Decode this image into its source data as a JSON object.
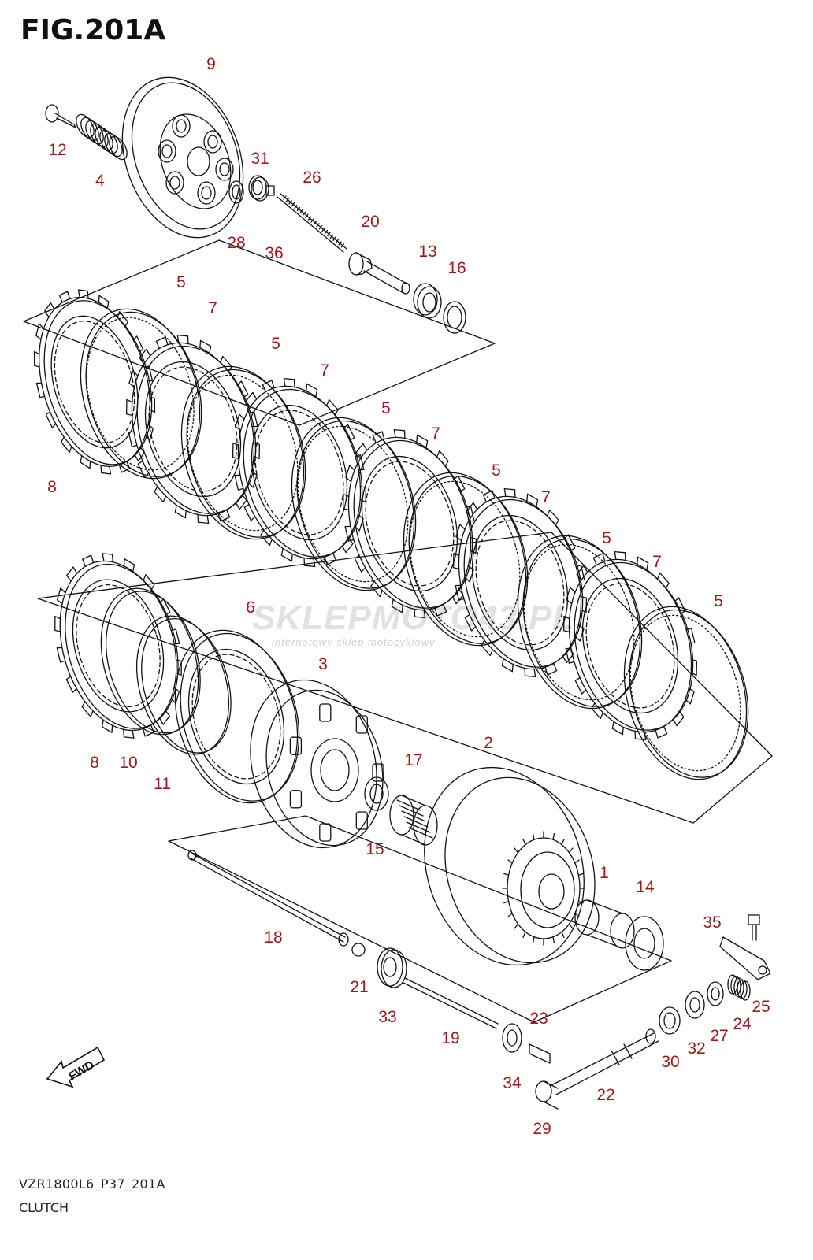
{
  "figure": {
    "title": "FIG.201A",
    "model_code": "VZR1800L6_P37_201A",
    "section_name": "CLUTCH",
    "watermark": "SKLEPMOTO43.PL",
    "watermark_sub": "internetowy sklep motocyklowy",
    "fwd_label": "FWD",
    "callout_color": "#a01818"
  },
  "callouts": [
    {
      "id": "c9",
      "text": "9"
    },
    {
      "id": "c12",
      "text": "12"
    },
    {
      "id": "c4",
      "text": "4"
    },
    {
      "id": "c31",
      "text": "31"
    },
    {
      "id": "c26",
      "text": "26"
    },
    {
      "id": "c20",
      "text": "20"
    },
    {
      "id": "c28",
      "text": "28"
    },
    {
      "id": "c36",
      "text": "36"
    },
    {
      "id": "c13",
      "text": "13"
    },
    {
      "id": "c16",
      "text": "16"
    },
    {
      "id": "c5a",
      "text": "5"
    },
    {
      "id": "c7a",
      "text": "7"
    },
    {
      "id": "c5b",
      "text": "5"
    },
    {
      "id": "c7b",
      "text": "7"
    },
    {
      "id": "c5c",
      "text": "5"
    },
    {
      "id": "c7c",
      "text": "7"
    },
    {
      "id": "c5d",
      "text": "5"
    },
    {
      "id": "c7d",
      "text": "7"
    },
    {
      "id": "c5e",
      "text": "5"
    },
    {
      "id": "c7e",
      "text": "7"
    },
    {
      "id": "c5f",
      "text": "5"
    },
    {
      "id": "c8a",
      "text": "8"
    },
    {
      "id": "c6",
      "text": "6"
    },
    {
      "id": "c3",
      "text": "3"
    },
    {
      "id": "c8b",
      "text": "8"
    },
    {
      "id": "c10",
      "text": "10"
    },
    {
      "id": "c11",
      "text": "11"
    },
    {
      "id": "c17",
      "text": "17"
    },
    {
      "id": "c2",
      "text": "2"
    },
    {
      "id": "c15",
      "text": "15"
    },
    {
      "id": "c1",
      "text": "1"
    },
    {
      "id": "c14",
      "text": "14"
    },
    {
      "id": "c18",
      "text": "18"
    },
    {
      "id": "c35",
      "text": "35"
    },
    {
      "id": "c21",
      "text": "21"
    },
    {
      "id": "c33",
      "text": "33"
    },
    {
      "id": "c25",
      "text": "25"
    },
    {
      "id": "c24",
      "text": "24"
    },
    {
      "id": "c27",
      "text": "27"
    },
    {
      "id": "c23",
      "text": "23"
    },
    {
      "id": "c19",
      "text": "19"
    },
    {
      "id": "c32",
      "text": "32"
    },
    {
      "id": "c30",
      "text": "30"
    },
    {
      "id": "c34",
      "text": "34"
    },
    {
      "id": "c22",
      "text": "22"
    },
    {
      "id": "c29",
      "text": "29"
    }
  ]
}
